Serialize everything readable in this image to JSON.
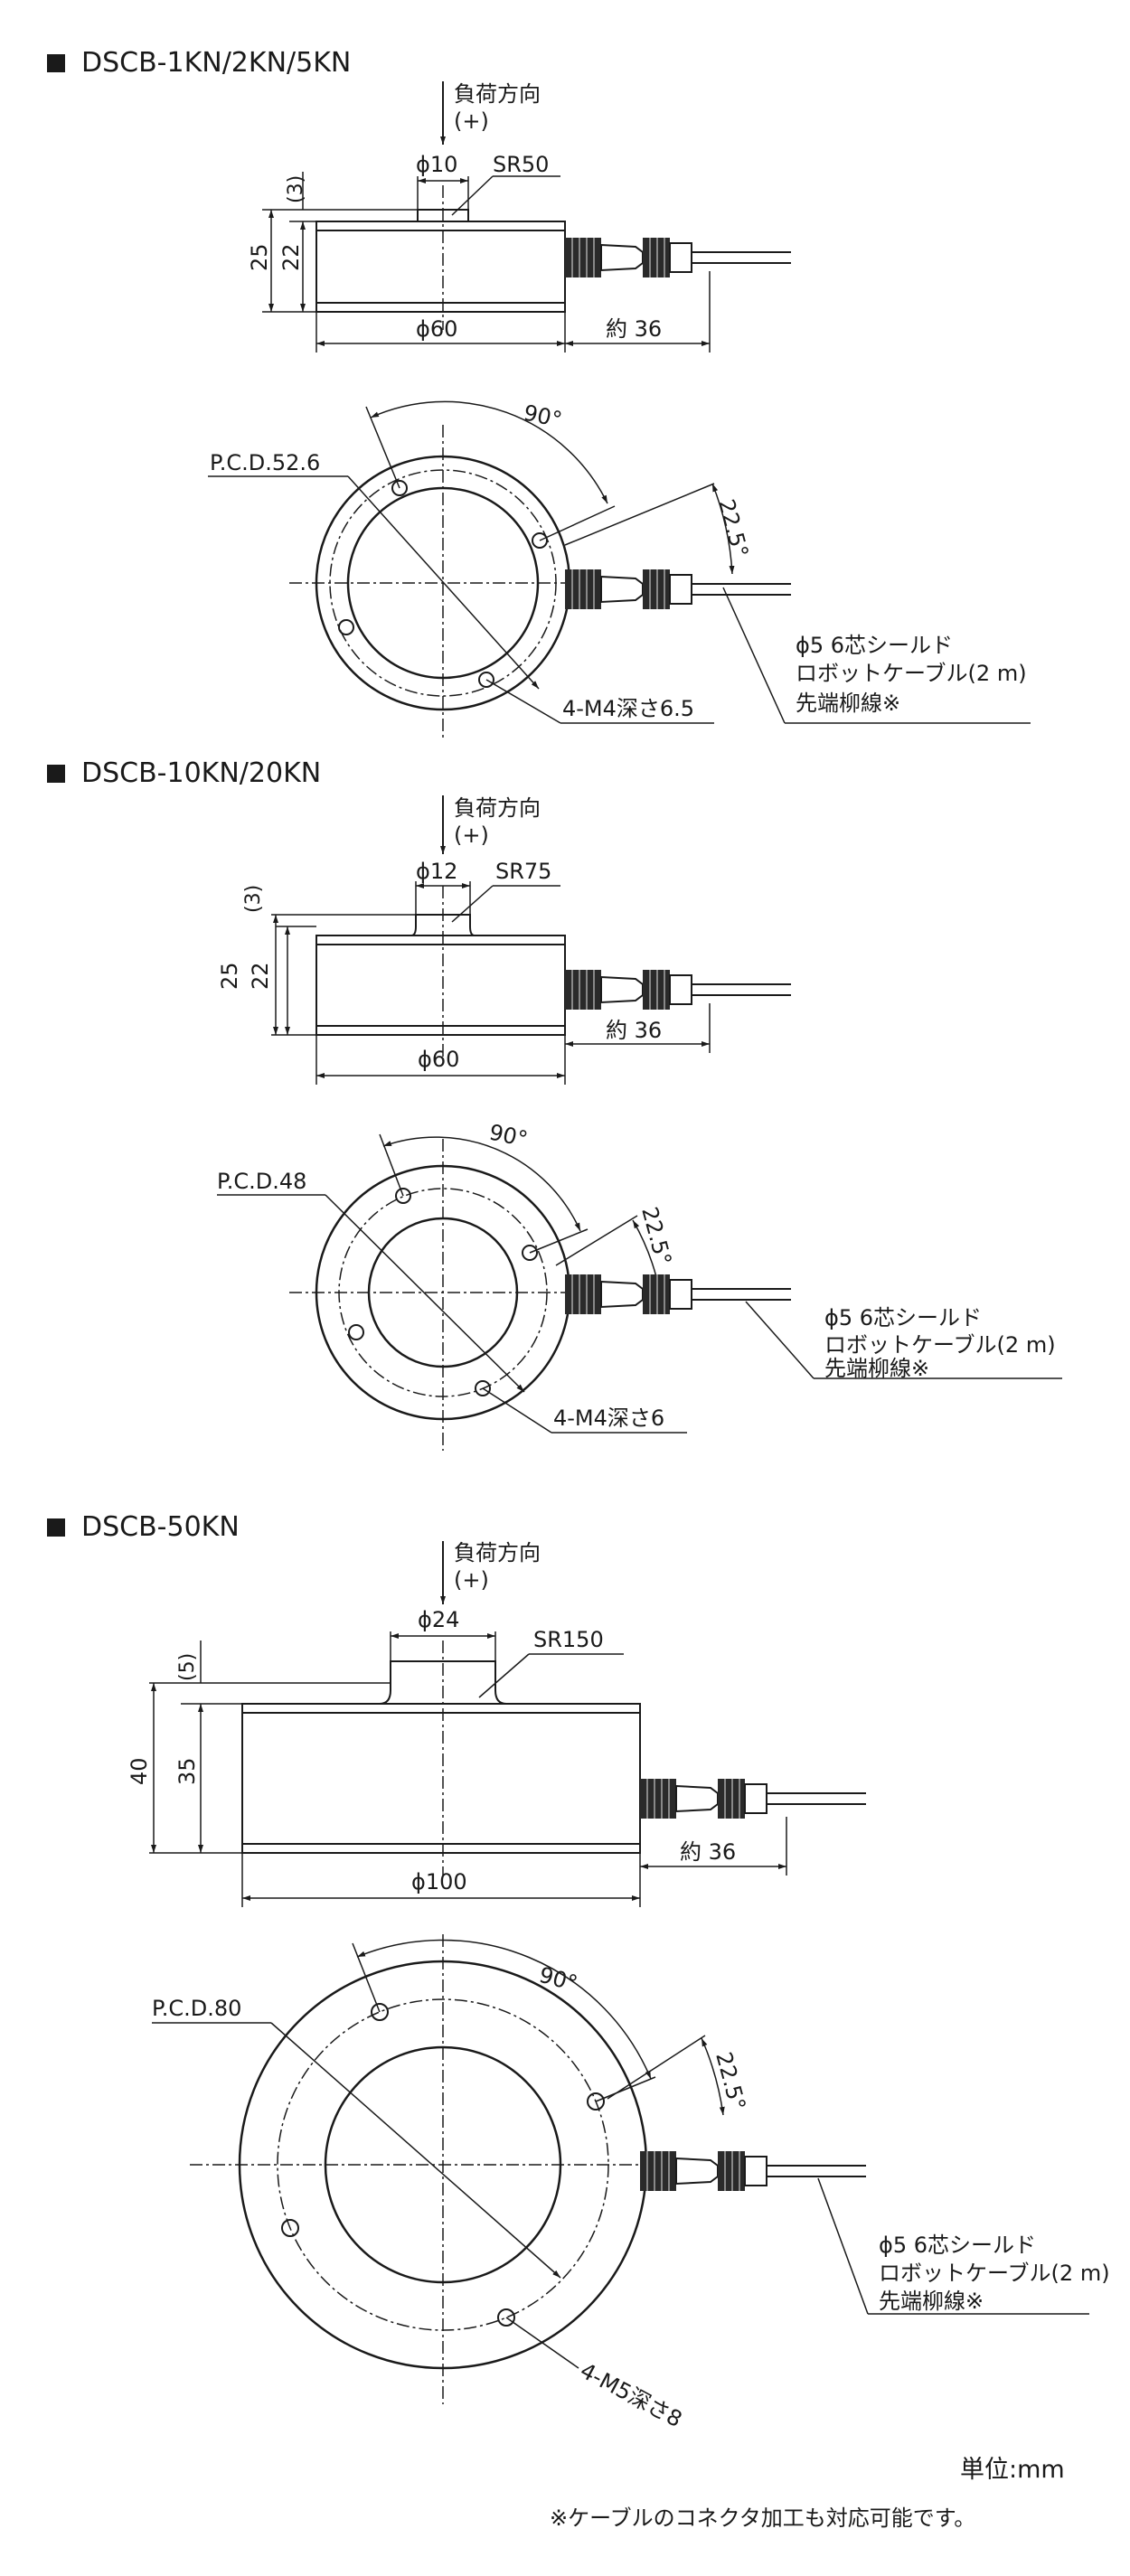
{
  "sections": [
    {
      "title": "DSCB-1KN/2KN/5KN",
      "load_direction": "負荷方向",
      "load_sign": "(+)",
      "button_dia": "ϕ10",
      "sr": "SR50",
      "top_gap": "(3)",
      "height_total": "25",
      "height_body": "22",
      "body_dia": "ϕ60",
      "cable_len": "約 36",
      "angle_main": "90°",
      "angle_cable": "22.5°",
      "pcd": "P.C.D.52.6",
      "holes": "4-M4深さ6.5",
      "cable_line1": "ϕ5  6芯シールド",
      "cable_line2": "ロボットケーブル(2 m)",
      "cable_line3": "先端柳線※"
    },
    {
      "title": "DSCB-10KN/20KN",
      "load_direction": "負荷方向",
      "load_sign": "(+)",
      "button_dia": "ϕ12",
      "sr": "SR75",
      "top_gap": "(3)",
      "height_total": "25",
      "height_body": "22",
      "body_dia": "ϕ60",
      "cable_len": "約 36",
      "angle_main": "90°",
      "angle_cable": "22.5°",
      "pcd": "P.C.D.48",
      "holes": "4-M4深さ6",
      "cable_line1": "ϕ5  6芯シールド",
      "cable_line2": "ロボットケーブル(2 m)",
      "cable_line3": "先端柳線※"
    },
    {
      "title": "DSCB-50KN",
      "load_direction": "負荷方向",
      "load_sign": "(+)",
      "button_dia": "ϕ24",
      "sr": "SR150",
      "top_gap": "(5)",
      "height_total": "40",
      "height_body": "35",
      "body_dia": "ϕ100",
      "cable_len": "約 36",
      "angle_main": "90°",
      "angle_cable": "22.5°",
      "pcd": "P.C.D.80",
      "holes": "4-M5深さ8",
      "cable_line1": "ϕ5  6芯シールド",
      "cable_line2": "ロボットケーブル(2 m)",
      "cable_line3": "先端柳線※"
    }
  ],
  "footer": {
    "unit": "単位:mm",
    "note": "※ケーブルのコネクタ加工も対応可能です。"
  }
}
